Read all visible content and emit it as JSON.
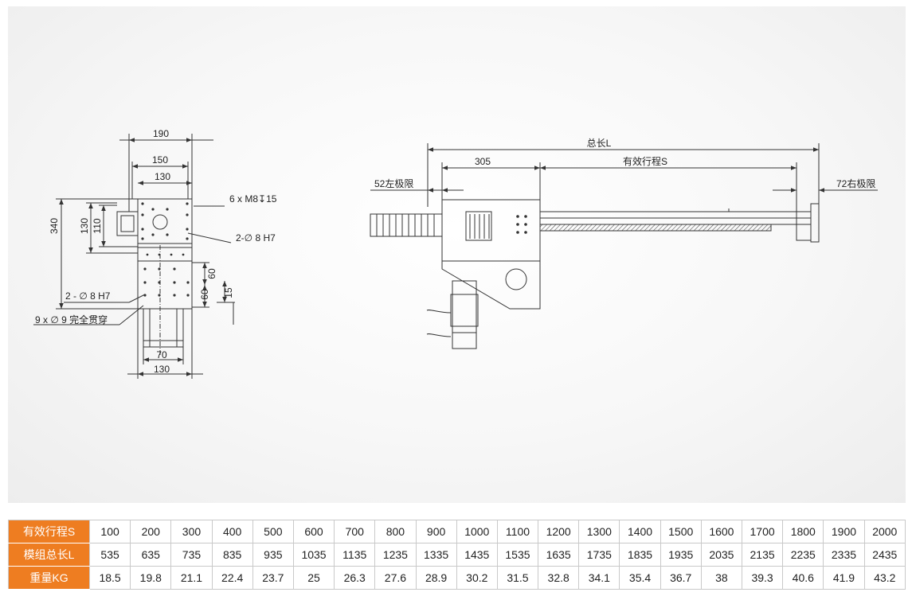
{
  "drawing": {
    "front_view": {
      "dim_190": "190",
      "dim_150": "150",
      "dim_130_top": "130",
      "dim_340": "340",
      "dim_130_left": "130",
      "dim_110": "110",
      "dim_60_a": "60",
      "dim_60_b": "60",
      "dim_15": "15",
      "dim_70": "70",
      "dim_130_bottom": "130",
      "note_m8": "6 x  M8↧15",
      "note_pin_right": "2-∅ 8 H7",
      "note_pin_left": "2 -  ∅ 8 H7",
      "note_through": "9 x  ∅ 9 完全贯穿"
    },
    "side_view": {
      "total_length": "总长L",
      "dim_305": "305",
      "effective_stroke": "有效行程S",
      "left_limit": "52左极限",
      "right_limit": "72右极限"
    }
  },
  "table": {
    "rows": [
      {
        "label": "有效行程S",
        "values": [
          "100",
          "200",
          "300",
          "400",
          "500",
          "600",
          "700",
          "800",
          "900",
          "1000",
          "1100",
          "1200",
          "1300",
          "1400",
          "1500",
          "1600",
          "1700",
          "1800",
          "1900",
          "2000"
        ]
      },
      {
        "label": "模组总长L",
        "values": [
          "535",
          "635",
          "735",
          "835",
          "935",
          "1035",
          "1135",
          "1235",
          "1335",
          "1435",
          "1535",
          "1635",
          "1735",
          "1835",
          "1935",
          "2035",
          "2135",
          "2235",
          "2335",
          "2435"
        ]
      },
      {
        "label": "重量KG",
        "values": [
          "18.5",
          "19.8",
          "21.1",
          "22.4",
          "23.7",
          "25",
          "26.3",
          "27.6",
          "28.9",
          "30.2",
          "31.5",
          "32.8",
          "34.1",
          "35.4",
          "36.7",
          "38",
          "39.3",
          "40.6",
          "41.9",
          "43.2"
        ]
      }
    ]
  },
  "colors": {
    "header_orange": "#ee7d21",
    "line": "#333333",
    "grid": "#c9c9c9"
  }
}
